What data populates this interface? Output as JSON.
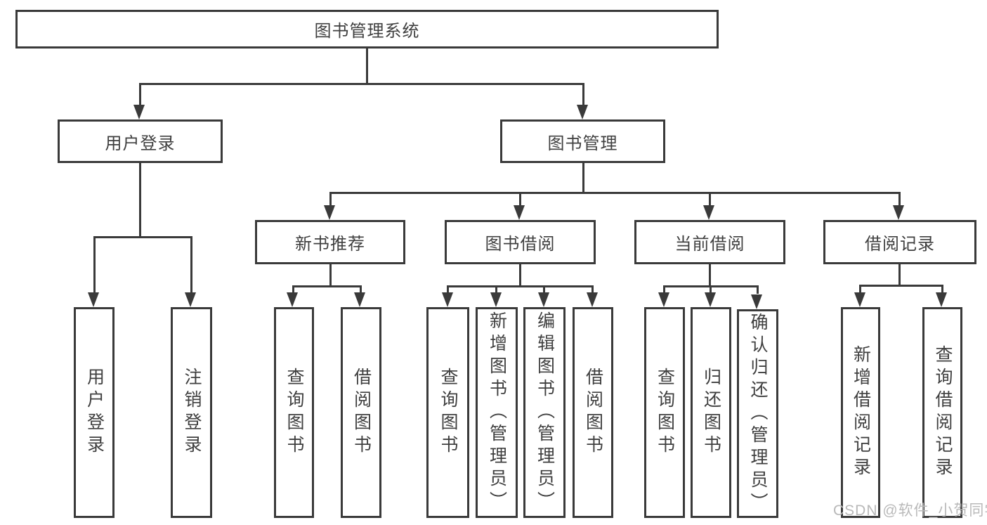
{
  "colors": {
    "line": "#3a3a3a",
    "text": "#3f3f3f",
    "background": "#ffffff",
    "watermark": "#b9b9b9"
  },
  "nodes": {
    "root": "图书管理系统",
    "l2": [
      "用户登录",
      "图书管理"
    ],
    "l3": [
      "新书推荐",
      "图书借阅",
      "当前借阅",
      "借阅记录"
    ],
    "leaves": {
      "user": [
        "用户登录",
        "注销登录"
      ],
      "newbook": [
        "查询图书",
        "借阅图书"
      ],
      "borrow": [
        "查询图书",
        "新增图书（管理员）",
        "编辑图书（管理员）",
        "借阅图书"
      ],
      "current": [
        "查询图书",
        "归还图书",
        "确认归还（管理员）"
      ],
      "records": [
        "新增借阅记录",
        "查询借阅记录"
      ]
    }
  },
  "watermark": "CSDN @软件_小贺同学"
}
